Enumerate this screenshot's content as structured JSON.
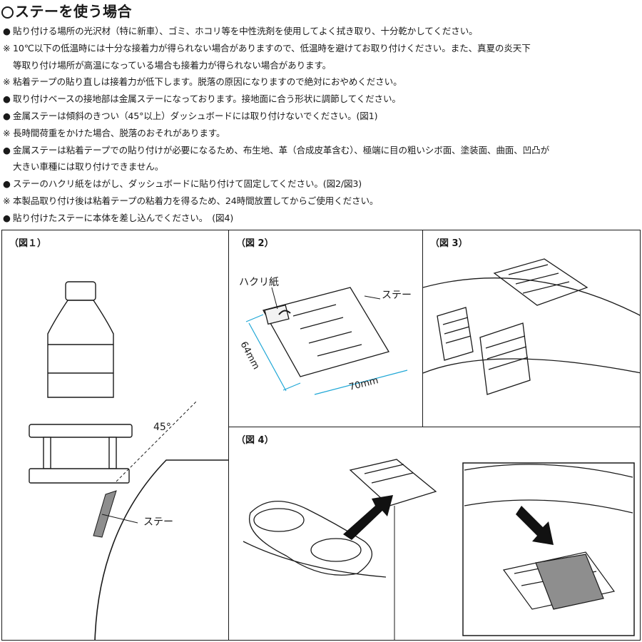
{
  "title": "ステーを使う場合",
  "notes": [
    {
      "marker": "●",
      "text": "貼り付ける場所の光沢材（特に新車）、ゴミ、ホコリ等を中性洗剤を使用してよく拭き取り、十分乾かしてください。"
    },
    {
      "marker": "※",
      "text": "10℃以下の低温時には十分な接着力が得られない場合がありますので、低温時を避けてお取り付けください。また、真夏の炎天下"
    },
    {
      "marker": "",
      "text": "等取り付け場所が高温になっている場合も接着力が得られない場合があります。"
    },
    {
      "marker": "※",
      "text": "粘着テープの貼り直しは接着力が低下します。脱落の原因になりますので絶対におやめください。"
    },
    {
      "marker": "●",
      "text": "取り付けベースの接地部は金属ステーになっております。接地面に合う形状に調節してください。"
    },
    {
      "marker": "●",
      "text": "金属ステーは傾斜のきつい（45°以上）ダッシュボードには取り付けないでください。(図1)"
    },
    {
      "marker": "※",
      "text": "長時間荷重をかけた場合、脱落のおそれがあります。"
    },
    {
      "marker": "●",
      "text": "金属ステーは粘着テープでの貼り付けが必要になるため、布生地、革（合成皮革含む）、極端に目の粗いシボ面、塗装面、曲面、凹凸が"
    },
    {
      "marker": "",
      "text": "大きい車種には取り付けできません。"
    },
    {
      "marker": "●",
      "text": "ステーのハクリ紙をはがし、ダッシュボードに貼り付けて固定してください。(図2/図3)"
    },
    {
      "marker": "※",
      "text": "本製品取り付け後は粘着テープの粘着力を得るため、24時間放置してからご使用ください。"
    },
    {
      "marker": "●",
      "text": "貼り付けたステーに本体を差し込んでください。　(図4)"
    }
  ],
  "figures": {
    "fig1": {
      "label": "（図１）",
      "angle": "45°",
      "stay": "ステー"
    },
    "fig2": {
      "label": "（図 2）",
      "release_paper": "ハクリ紙",
      "stay": "ステー",
      "height": "64mm",
      "width": "70mm"
    },
    "fig3": {
      "label": "（図 3）"
    },
    "fig4": {
      "label": "（図 4）"
    }
  }
}
